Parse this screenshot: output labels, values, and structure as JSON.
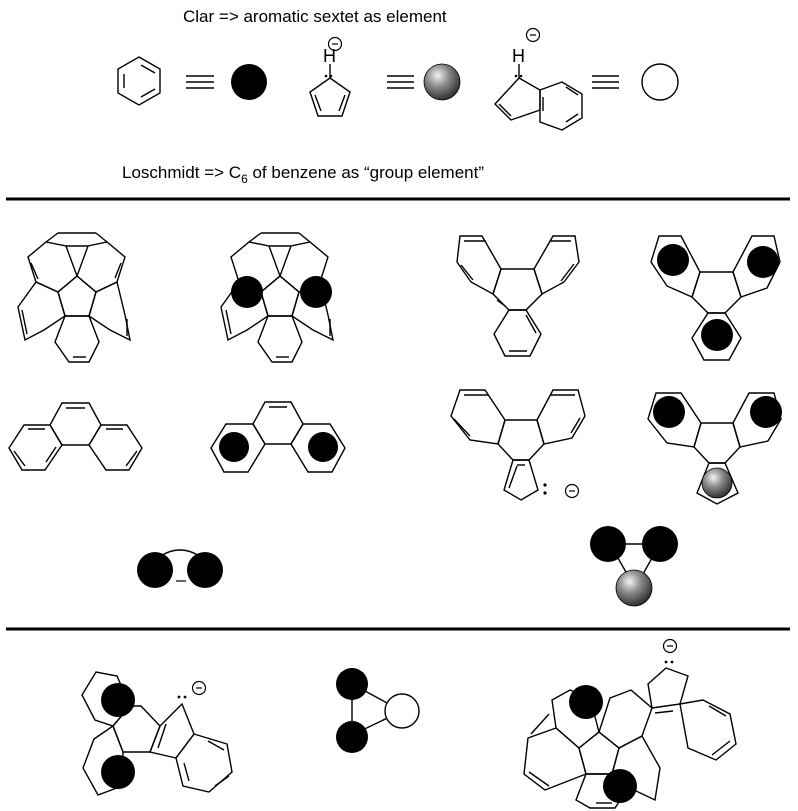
{
  "header": {
    "clar_caption": "Clar => aromatic sextet as element",
    "loschmidt_caption_pre": "Loschmidt => C",
    "loschmidt_caption_sub": "6",
    "loschmidt_caption_post": " of benzene as “group element”"
  },
  "atoms": {
    "hydrogen": "H",
    "lone_pair": ":",
    "minus": "−"
  },
  "colors": {
    "ink": "#000000",
    "sphere_light": "#f2f2f2",
    "sphere_mid": "#8a8a8a",
    "sphere_dark": "#2e2e2e"
  },
  "legend": {
    "benzene_sextet": "filled-black-circle",
    "cyclopentadienyl_anion": "gray-shaded-sphere",
    "indenyl_anion": "open-white-circle"
  }
}
